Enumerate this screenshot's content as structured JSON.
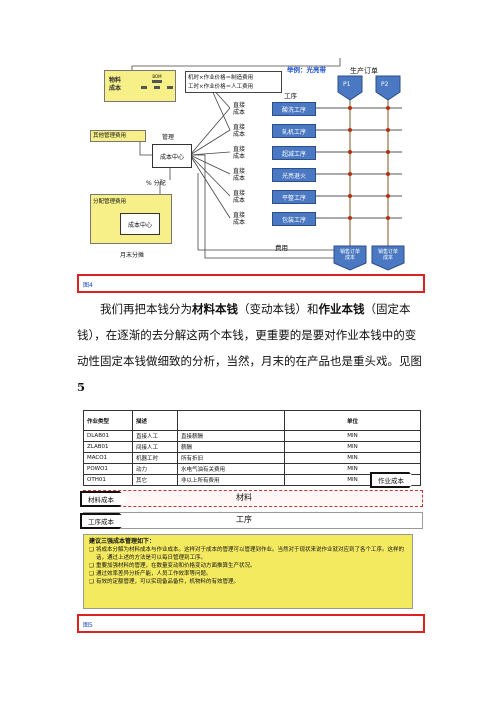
{
  "fig4": {
    "example_label": "举例：光亮带",
    "production_order": "生产订单",
    "process_header": "工序",
    "p1": "P1",
    "p2": "P2",
    "material_cost": "物料\n成本",
    "bom": "BOM",
    "rate_note_1": "机时×作业价格＝制造费用",
    "rate_note_2": "工时×作业价格＝人工费用",
    "other_mgmt_cost": "其他管理费用",
    "management": "管理",
    "cost_center_main": "成本中心",
    "percent_alloc": "% 分配",
    "alloc_mgmt_cost": "分配管理费用",
    "cost_center_sub": "成本中心",
    "month_end_alloc": "月末分摊",
    "direct_cost": "直接\n成本",
    "processes": [
      "酸洗工序",
      "轧机工序",
      "超减工序",
      "光亮退火",
      "平整工序",
      "包装工序"
    ],
    "expense": "费用",
    "sales_order_1": "销售订单\n成本",
    "sales_order_2": "销售订单\n成本",
    "caption": "图4"
  },
  "paragraph": {
    "part1": "我们再把本钱分为",
    "bold1": "材料本钱",
    "part2": "（变动本钱）和",
    "bold2": "作业本钱",
    "part3": "（固定本钱），在逐渐的去分解这两个本钱，更重要的是要对作业本钱中的变动性固定本钱做细致的分析，当然，月末的在产品也是重头戏。见图",
    "fig_ref": "5"
  },
  "fig5": {
    "headers": [
      "作业类型",
      "描述",
      "",
      "单位"
    ],
    "rows": [
      [
        "DLAB01",
        "直接人工",
        "直接薪酬",
        "MIN"
      ],
      [
        "ZLAB01",
        "间接人工",
        "薪酬",
        "MIN"
      ],
      [
        "MACO1",
        "机器工时",
        "所有折旧",
        "MIN"
      ],
      [
        "POWO1",
        "动力",
        "水电气油有关费用",
        "MIN"
      ],
      [
        "OTH01",
        "其它",
        "非以上所有费用",
        "MIN"
      ]
    ],
    "activity_cost_tag": "作业成本",
    "material_cost_tag": "材料成本",
    "material_center": "材料",
    "process_cost_tag": "工序成本",
    "process_center": "工序",
    "advice_title": "建议三强成本管理如下：",
    "advice_items": [
      "将成本分解为材料成本与作业成本。这样对于成本的管理可以管理到作业。当然对于现状来说作业就对应到了各个工序。这样的话，通过上述的方法是可以每日管理到工序。",
      "重要加强材料的管理，在数量变动和价格变动方面推算生产状况。",
      "通过效率差异分析产能，人员工作效率等问题。",
      "有效的定额管理，可以实现备品备件，机物料的有效管理。"
    ],
    "caption": "图5"
  }
}
